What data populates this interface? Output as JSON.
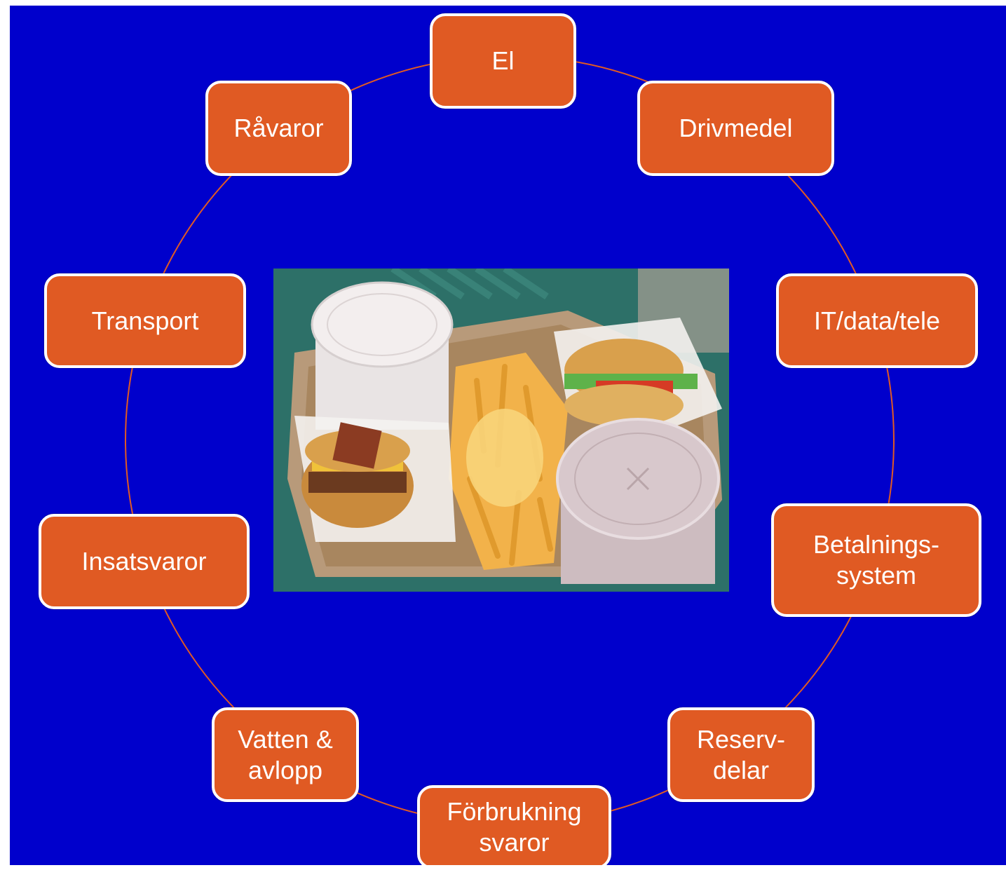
{
  "colors": {
    "background": "#0000cc",
    "node_fill": "#e05a23",
    "node_border": "#ffffff",
    "connector": "#e05a23",
    "text": "#ffffff"
  },
  "center_image": {
    "subject": "food-tray-photo"
  },
  "nodes": [
    {
      "label": "El"
    },
    {
      "label": "Drivmedel"
    },
    {
      "label": "IT/data/tele"
    },
    {
      "label": "Betalnings-\nsystem"
    },
    {
      "label": "Reserv-\ndelar"
    },
    {
      "label": "Förbrukning\nsvaror"
    },
    {
      "label": "Vatten &\navlopp"
    },
    {
      "label": "Insatsvaror"
    },
    {
      "label": "Transport"
    },
    {
      "label": "Råvaror"
    }
  ]
}
